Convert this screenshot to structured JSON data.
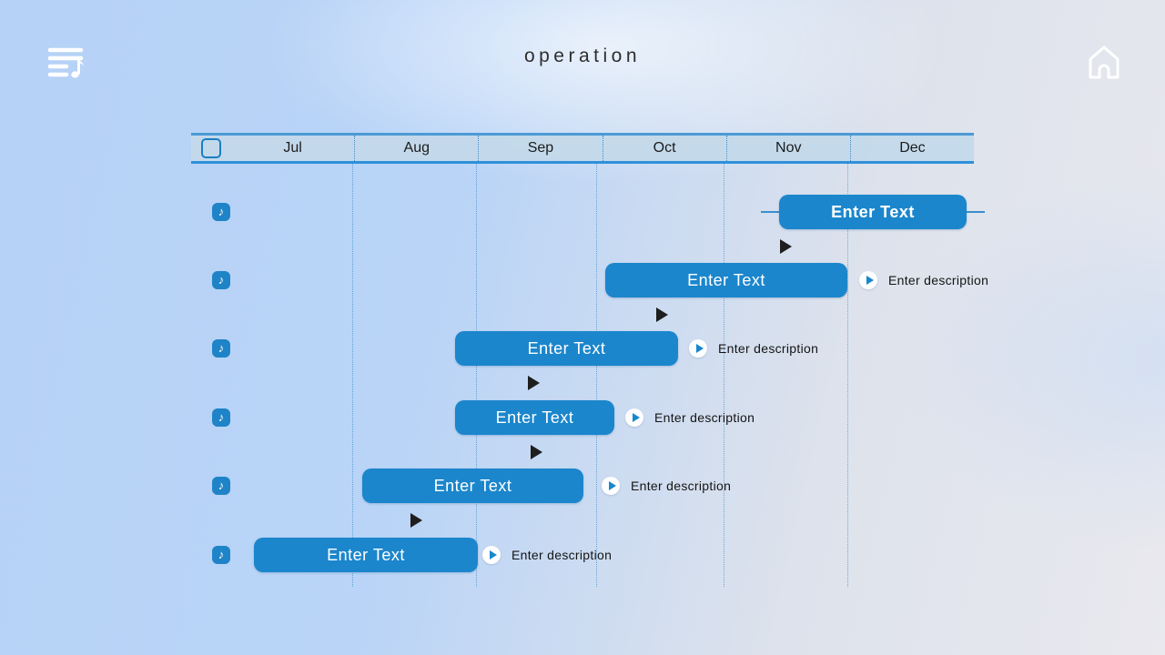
{
  "app": {
    "title": "operation"
  },
  "timeline": {
    "months": [
      "Jul",
      "Aug",
      "Sep",
      "Oct",
      "Nov",
      "Dec"
    ],
    "rows": [
      {
        "label": "Enter Text"
      },
      {
        "label": "Enter Text",
        "description": "Enter description"
      },
      {
        "label": "Enter Text",
        "description": "Enter description"
      },
      {
        "label": "Enter Text",
        "description": "Enter description"
      },
      {
        "label": "Enter Text",
        "description": "Enter description"
      },
      {
        "label": "Enter Text",
        "description": "Enter description"
      }
    ]
  },
  "icons": {
    "top_left": "playlist-music-icon",
    "top_right": "home-icon",
    "header_left": "checkbox-icon",
    "row_marker": "music-note-icon",
    "description_marker": "play-circle-icon",
    "step_marker": "black-arrow-icon",
    "note_glyph": "♪"
  },
  "colors": {
    "bar_fill": "#1b86cc",
    "header_fill": "#c3d9ea",
    "header_border_top": "#4c9ad4",
    "header_border_bottom": "#2f90da",
    "grid_line_blue": "#1e78be",
    "arrow_black": "#1e1e1e",
    "background_left_blue": "#b6d2f6",
    "background_right_gray": "#e9e9ee",
    "icon_white": "#ffffff"
  }
}
